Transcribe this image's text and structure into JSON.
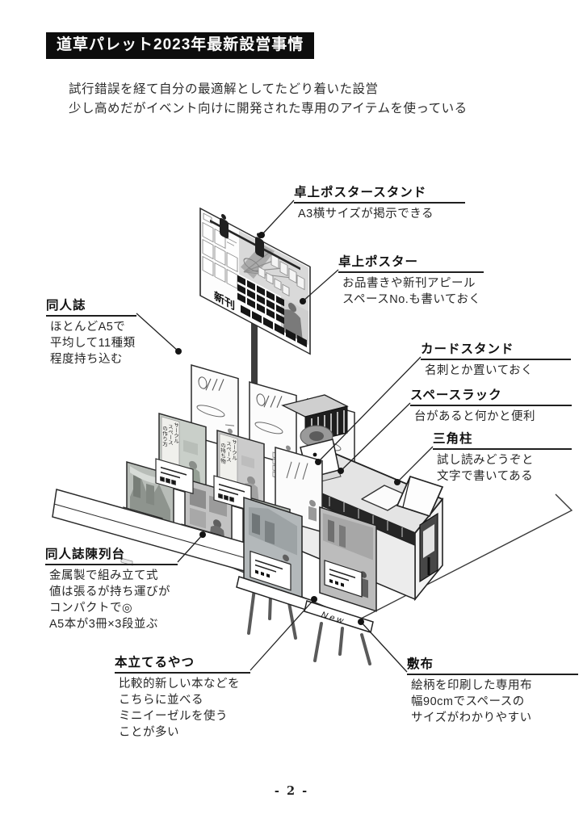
{
  "page": {
    "title": "道草パレット2023年最新設営事情",
    "intro_line1": "試行錯誤を経て自分の最適解としてたどり着いた設営",
    "intro_line2": "少し高めだがイベント向けに開発された専用のアイテムを使っている",
    "page_number": "- 2 -"
  },
  "labels": {
    "poster_stand": {
      "name": "卓上ポスタースタンド",
      "desc": [
        "A3横サイズが掲示できる"
      ]
    },
    "poster": {
      "name": "卓上ポスター",
      "desc": [
        "お品書きや新刊アピール",
        "スペースNo.も書いておく"
      ]
    },
    "doujinshi": {
      "name": "同人誌",
      "desc": [
        "ほとんどA5で",
        "平均して11種類",
        "程度持ち込む"
      ]
    },
    "card_stand": {
      "name": "カードスタンド",
      "desc": [
        "名刺とか置いておく"
      ]
    },
    "space_rack": {
      "name": "スペースラック",
      "desc": [
        "台があると何かと便利"
      ]
    },
    "prism": {
      "name": "三角柱",
      "desc": [
        "試し読みどうぞと",
        "文字で書いてある"
      ]
    },
    "display_stand": {
      "name": "同人誌陳列台",
      "desc": [
        "金属製で組み立て式",
        "値は張るが持ち運びが",
        "コンパクトで◎",
        "A5本が3冊×3段並ぶ"
      ]
    },
    "easel": {
      "name": "本立てるやつ",
      "desc": [
        "比較的新しい本などを",
        "こちらに並べる",
        "ミニイーゼルを使う",
        "ことが多い"
      ]
    },
    "cloth": {
      "name": "敷布",
      "desc": [
        "絵柄を印刷した専用布",
        "幅90cmでスペースの",
        "サイズがわかりやすい"
      ]
    }
  },
  "illustration": {
    "poster_new_release": "新刊",
    "new_sign": "New",
    "book_cover_1": [
      "サークル",
      "スペース",
      "の作り方"
    ],
    "book_cover_2": [
      "サークル",
      "スペース",
      "の持ち物"
    ]
  },
  "colors": {
    "title_bar_bg": "#0d0d0d",
    "ink": "#1a1a1a",
    "paper": "#ffffff"
  }
}
